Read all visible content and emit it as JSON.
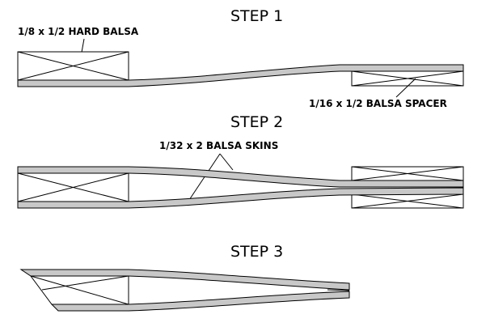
{
  "steps": [
    {
      "title": "STEP 1"
    },
    {
      "title": "STEP 2"
    },
    {
      "title": "STEP 3"
    }
  ],
  "labels": {
    "hard_balsa": "1/8 x 1/2 HARD BALSA",
    "balsa_spacer": "1/16 x 1/2 BALSA SPACER",
    "balsa_skins": "1/32 x 2 BALSA SKINS"
  },
  "colors": {
    "skin_fill": "#c8c8c8",
    "outline": "#000000",
    "background": "#ffffff"
  }
}
